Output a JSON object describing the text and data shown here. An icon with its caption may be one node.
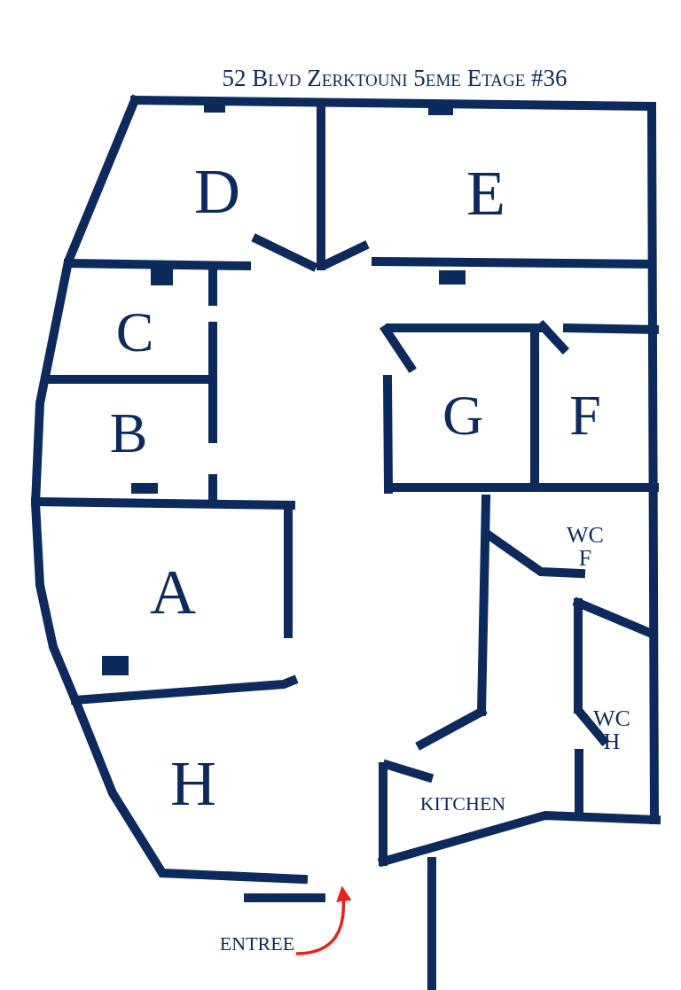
{
  "diagram": {
    "labels": [
      "52 Blvd Zerktouni 5eme Etage #36",
      "D",
      "E",
      "C",
      "B",
      "G",
      "F",
      "WC F",
      "A",
      "WC H",
      "H",
      "KITCHEN",
      "ENTREE"
    ]
  }
}
